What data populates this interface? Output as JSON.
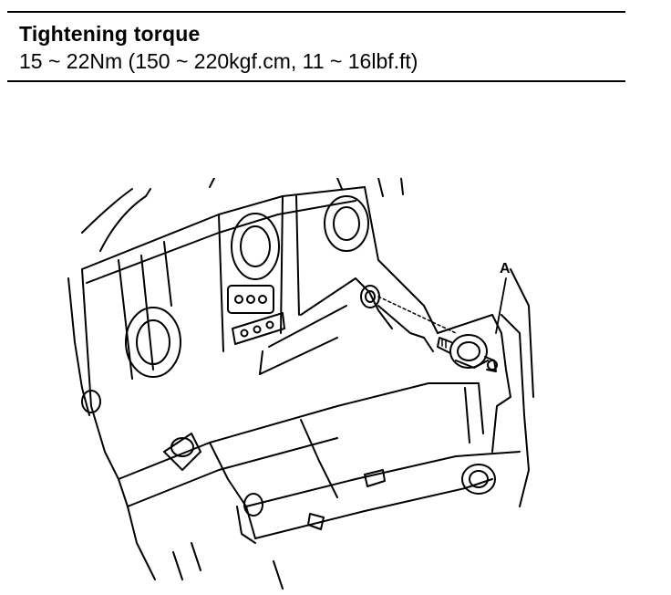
{
  "spec": {
    "title": "Tightening torque",
    "value": "15 ~ 22Nm (150 ~ 220kgf.cm, 11 ~ 16lbf.ft)"
  },
  "illustration": {
    "callout_label": "A",
    "line_color": "#000000",
    "background": "#ffffff"
  }
}
